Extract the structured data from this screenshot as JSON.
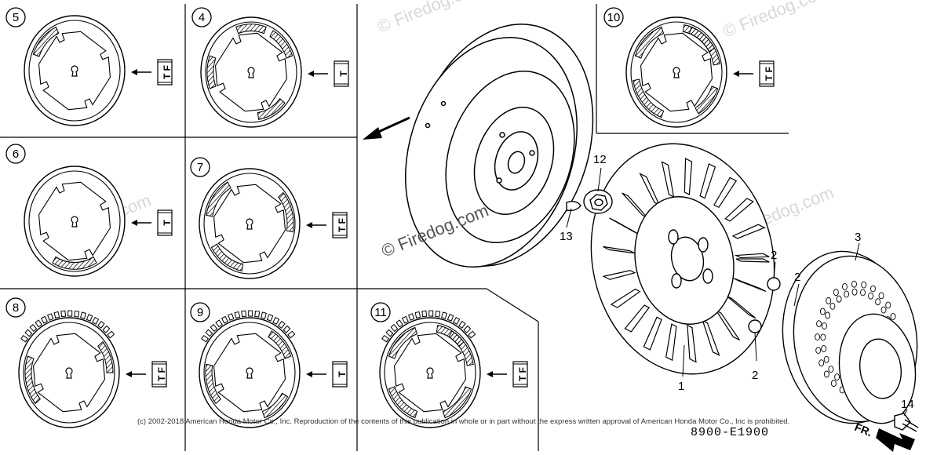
{
  "variants": [
    {
      "num": "5",
      "tag": "T F"
    },
    {
      "num": "4",
      "tag": "T"
    },
    {
      "num": "10",
      "tag": "T F"
    },
    {
      "num": "6",
      "tag": "T"
    },
    {
      "num": "7",
      "tag": "T F"
    },
    {
      "num": "8",
      "tag": "T F"
    },
    {
      "num": "9",
      "tag": "T"
    },
    {
      "num": "11",
      "tag": "T F"
    }
  ],
  "callouts": {
    "fan": "1",
    "collar_a": "2",
    "collar_b": "2",
    "collar_c": "2",
    "starter_pulley": "3",
    "nut": "12",
    "key": "13",
    "bolt": "14"
  },
  "watermarks": {
    "center": "© Firedog.com",
    "faint": "© Firedog.com"
  },
  "copyright": "(c) 2002-2018 American Honda Motor Co., Inc. Reproduction of the contents of this publication in whole or in part without the express written approval of American Honda Motor Co., Inc is prohibited.",
  "diagram_code": "8900-E1900",
  "front_label": "FR.",
  "colors": {
    "line": "#000000",
    "hatch": "#000000",
    "paper": "#ffffff",
    "watermark": "#d8d8d8"
  }
}
